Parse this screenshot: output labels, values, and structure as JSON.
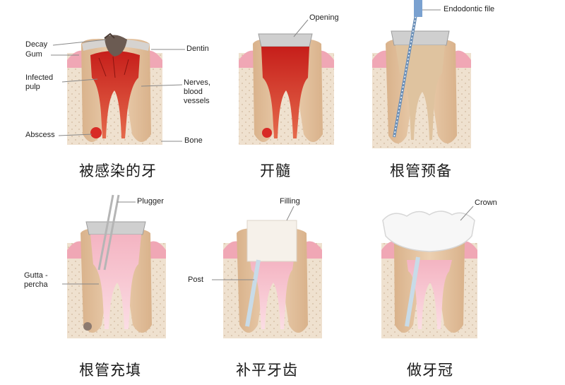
{
  "panels": [
    {
      "caption": "被感染的牙",
      "labels": {
        "decay": "Decay",
        "gum": "Gum",
        "infected_pulp": "Infected pulp",
        "abscess": "Abscess",
        "dentin": "Dentin",
        "nerves": "Nerves, blood vessels",
        "bone": "Bone"
      }
    },
    {
      "caption": "开髓",
      "labels": {
        "opening": "Opening"
      }
    },
    {
      "caption": "根管预备",
      "labels": {
        "endodontic_file": "Endodontic file"
      }
    },
    {
      "caption": "根管充填",
      "labels": {
        "plugger": "Plugger",
        "gutta_percha": "Gutta - percha"
      }
    },
    {
      "caption": "补平牙齿",
      "labels": {
        "filling": "Filling",
        "post": "Post"
      }
    },
    {
      "caption": "做牙冠",
      "labels": {
        "crown": "Crown"
      }
    }
  ],
  "colors": {
    "bone": "#efe1cf",
    "bone_dots": "#d8c2a8",
    "gum": "#f0a7b5",
    "tooth": "#e7c7a4",
    "dentin": "#f3dfc8",
    "enamel": "#cfcfcf",
    "pulp_infected": "#d83a30",
    "pulp_healthy": "#f3b8c4",
    "filling": "#f6f1ea",
    "crown": "#f7f7f7"
  }
}
